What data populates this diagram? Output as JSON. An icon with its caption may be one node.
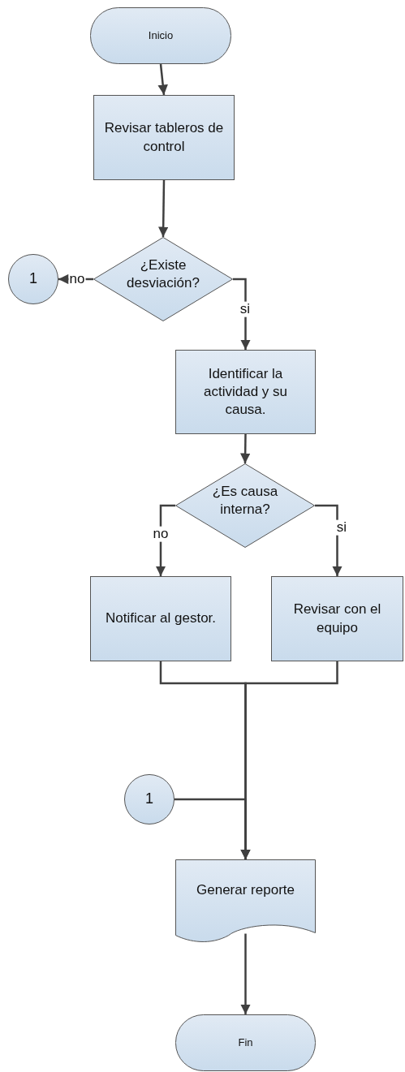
{
  "diagram": {
    "nodes": [
      {
        "text": [
          "Inicio"
        ]
      },
      {
        "text": [
          "Revisar tableros de control"
        ]
      },
      {
        "text": [
          "¿Existe desviación?"
        ]
      },
      {
        "text": [
          "1"
        ]
      },
      {
        "text": [
          "Identificar la actividad y su causa."
        ]
      },
      {
        "text": [
          "¿Es causa interna?"
        ]
      },
      {
        "text": [
          "Notificar al gestor."
        ]
      },
      {
        "text": [
          "Revisar con el equipo"
        ]
      },
      {
        "text": [
          "1"
        ]
      },
      {
        "text": [
          "Generar reporte"
        ]
      },
      {
        "text": [
          "Fin"
        ]
      }
    ],
    "edges": [
      {
        "from": 0,
        "to": 1,
        "arrow": "to"
      },
      {
        "from": 1,
        "to": 2,
        "arrow": "to"
      },
      {
        "from": 2,
        "to": 3,
        "arrow": "to",
        "label": "no"
      },
      {
        "from": 2,
        "to": 4,
        "arrow": "to",
        "label": "si"
      },
      {
        "from": 4,
        "to": 5,
        "arrow": "to"
      },
      {
        "from": 5,
        "to": 6,
        "arrow": "to",
        "label": "no"
      },
      {
        "from": 5,
        "to": 7,
        "arrow": "to",
        "label": "si"
      },
      {
        "from": 6,
        "to": 9,
        "arrow": "to"
      },
      {
        "from": 7,
        "to": 9,
        "arrow": "to"
      },
      {
        "from": 8,
        "to": 9,
        "arrow": "to"
      },
      {
        "from": 9,
        "to": 10,
        "arrow": "to"
      }
    ]
  }
}
